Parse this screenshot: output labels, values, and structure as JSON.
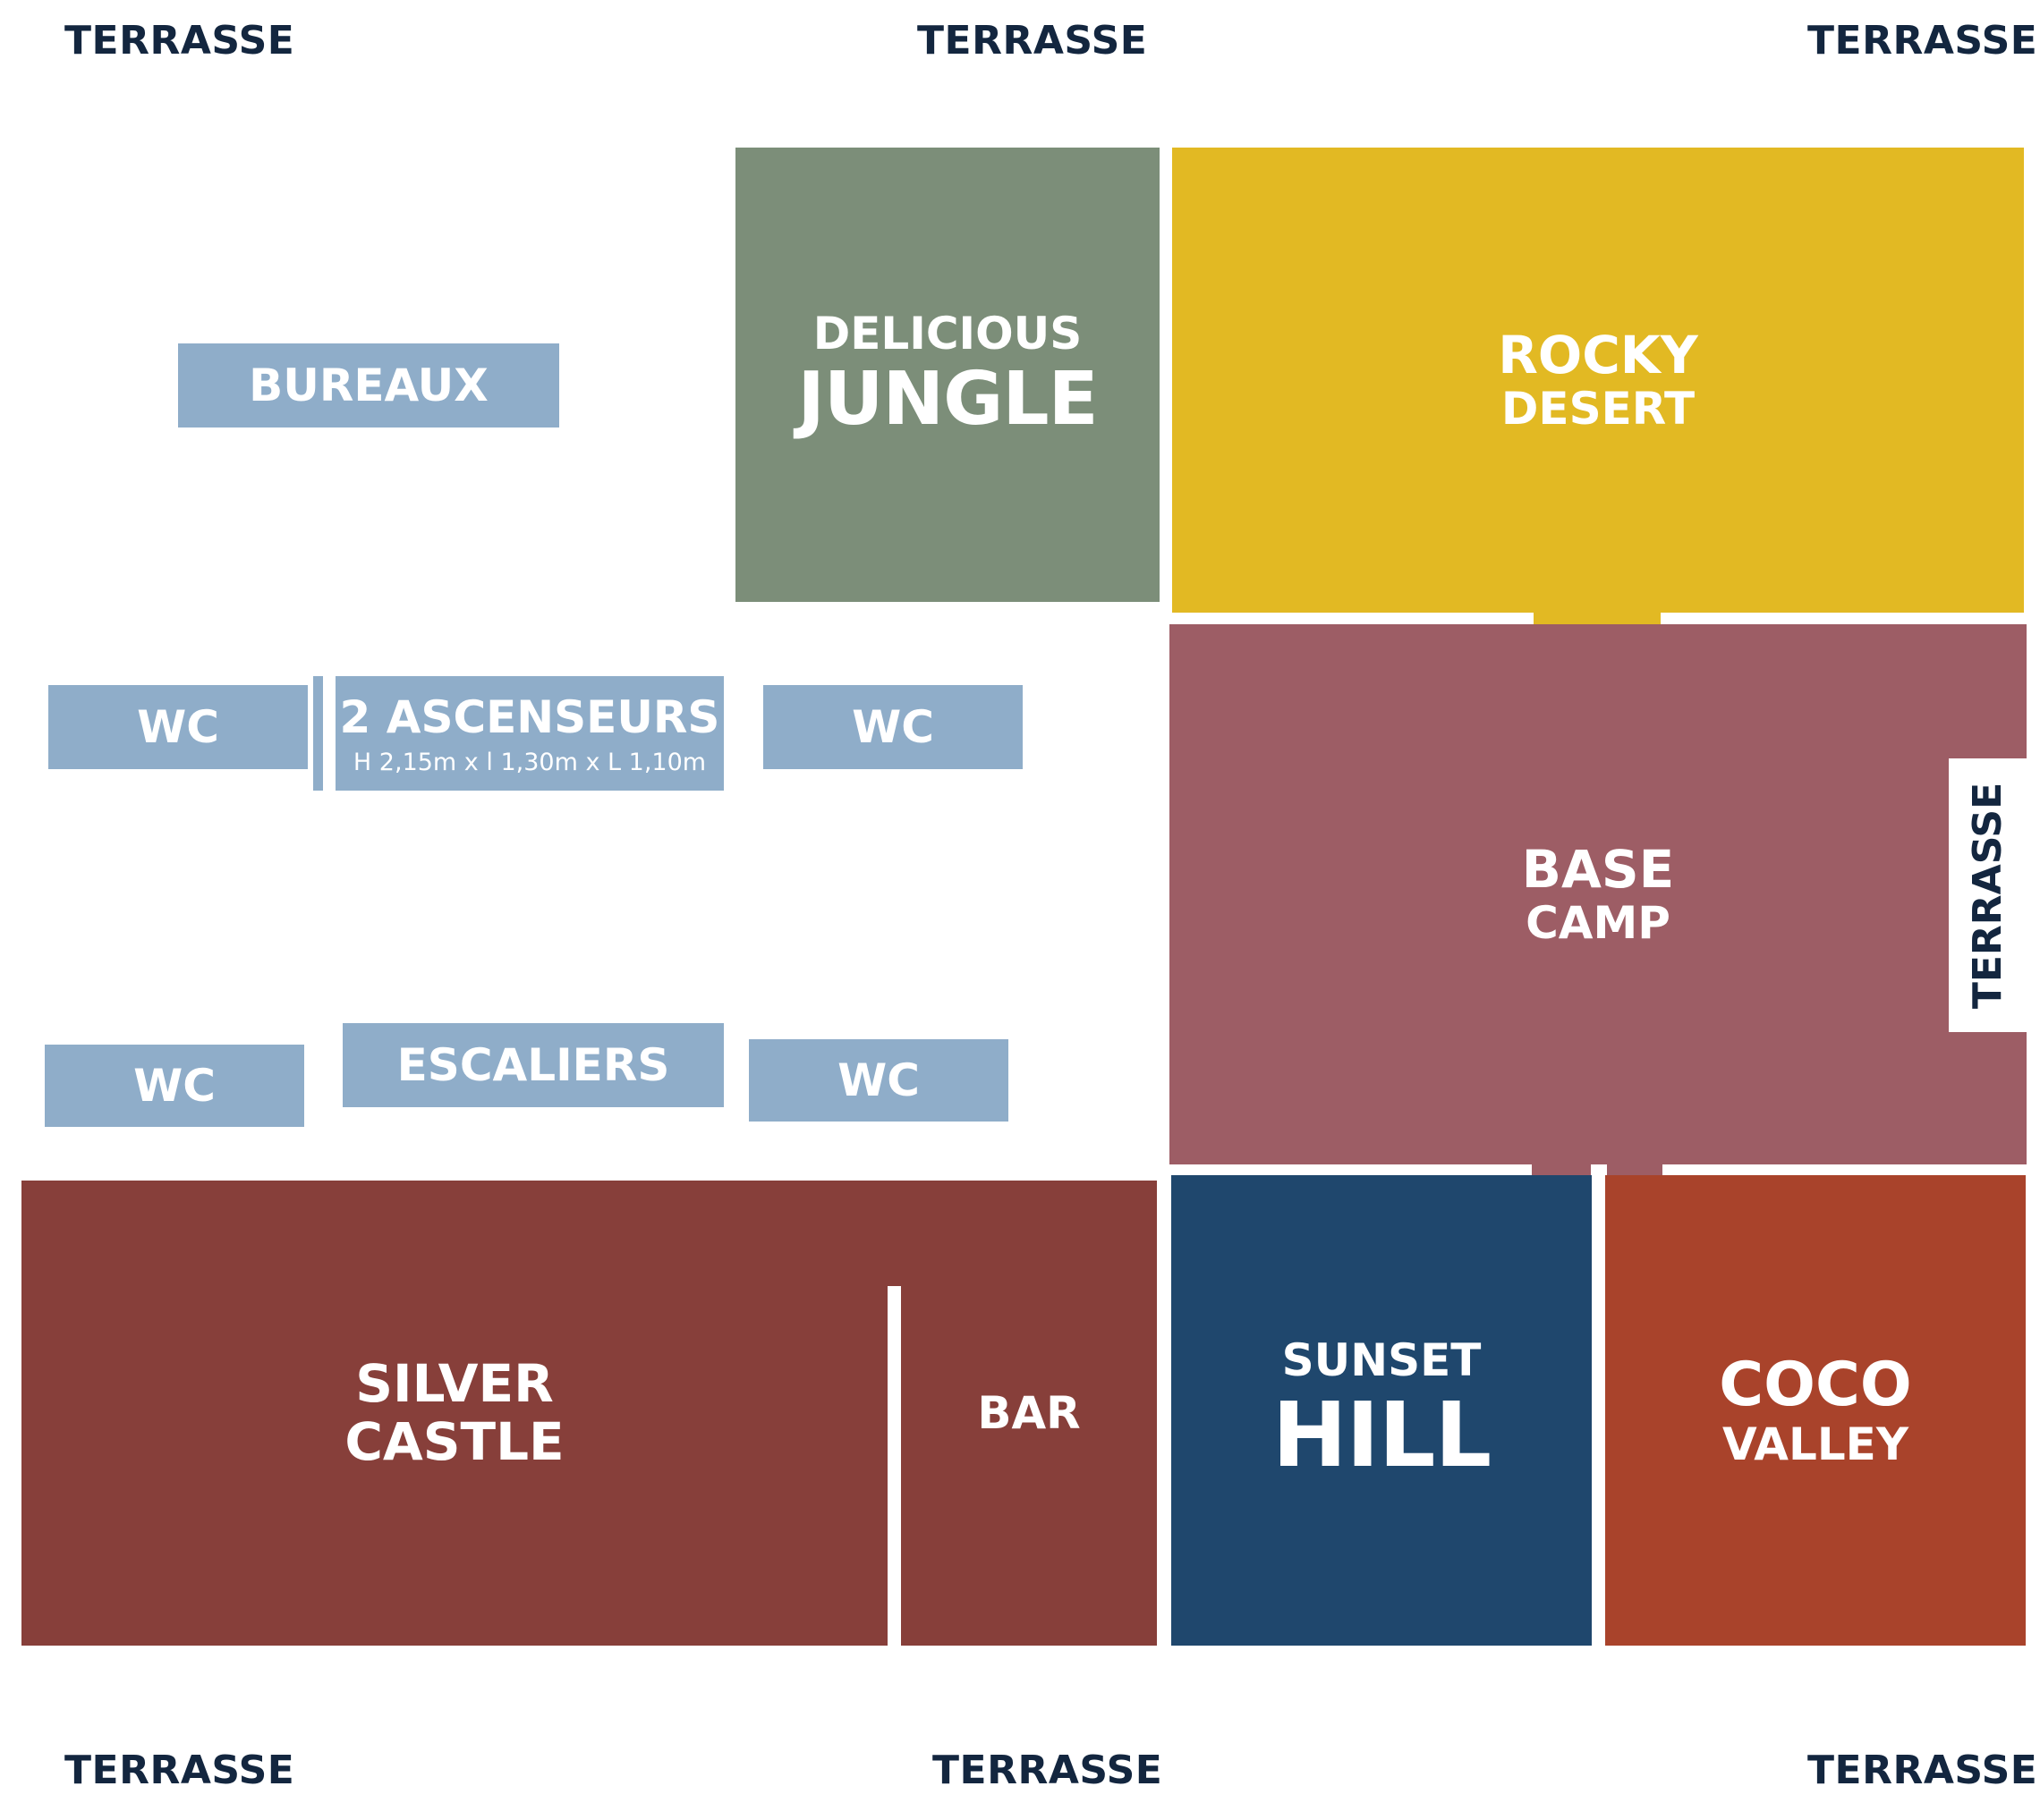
{
  "terrasse_labels": {
    "top_left": "TERRASSE",
    "top_center": "TERRASSE",
    "top_right": "TERRASSE",
    "right_side": "TERRASSE",
    "bottom_left": "TERRASSE",
    "bottom_center": "TERRASSE",
    "bottom_right": "TERRASSE"
  },
  "rooms": {
    "delicious_jungle": {
      "line1": "DELICIOUS",
      "line2": "JUNGLE",
      "color": "#7c8e79"
    },
    "rocky_desert": {
      "line1": "ROCKY",
      "line2": "DESERT",
      "color": "#e2b923"
    },
    "base_camp": {
      "line1": "BASE",
      "line2": "CAMP",
      "color": "#9d5d65"
    },
    "silver_castle": {
      "line1": "SILVER",
      "line2": "CASTLE",
      "color": "#873f3a"
    },
    "bar": {
      "label": "BAR",
      "color": "#873f3a"
    },
    "sunset_hill": {
      "line1": "SUNSET",
      "line2": "HILL",
      "color": "#1f476d"
    },
    "coco_valley": {
      "line1": "COCO",
      "line2": "VALLEY",
      "color": "#a9432b"
    }
  },
  "utilities": {
    "color": "#8fadc9",
    "bureaux": "BUREAUX",
    "wc_top_left": "WC",
    "ascenseurs_title": "2 ASCENSEURS",
    "ascenseurs_dims": "H 2,15m x l 1,30m x L 1,10m",
    "wc_top_right": "WC",
    "wc_bottom_left": "WC",
    "escaliers": "ESCALIERS",
    "wc_bottom_right": "WC"
  }
}
